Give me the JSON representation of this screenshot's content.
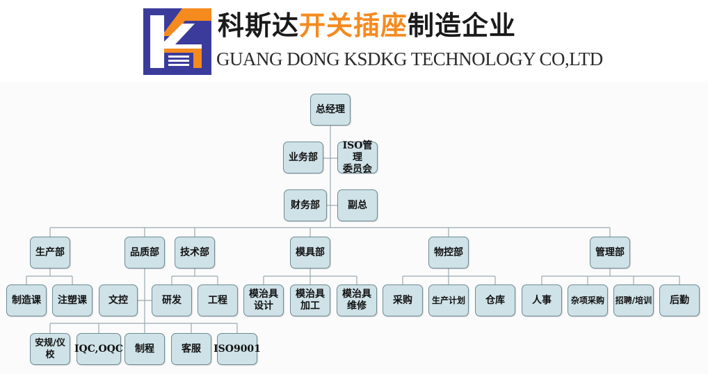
{
  "header": {
    "brand_cn_part1": "科斯达",
    "brand_cn_part2": "开关插座",
    "brand_cn_part3": "制造企业",
    "brand_en": "GUANG DONG KSDKG TECHNOLOGY CO,LTD",
    "logo_icon": "ksdkg-logo-icon",
    "colors": {
      "logo_blue": "#3b3b9c",
      "logo_orange": "#f58a1f",
      "highlight": "#f58a1f"
    }
  },
  "org": {
    "colors": {
      "box_fill": "#cfe2e8",
      "box_border": "#6d8a94",
      "connector": "#9aaab0"
    },
    "gm": "总经理",
    "sales": "业务部",
    "iso_committee": "ISO管理\n委员会",
    "finance": "财务部",
    "deputy": "副总",
    "departments": {
      "production": {
        "label": "生产部",
        "children": [
          "制造课",
          "注塑课"
        ]
      },
      "quality": {
        "label": "品质部",
        "children": [
          "文控",
          "安规/仪校",
          "IQC,OQC",
          "制程",
          "客服",
          "ISO9001"
        ]
      },
      "tech": {
        "label": "技术部",
        "children": [
          "研发",
          "工程"
        ]
      },
      "mold": {
        "label": "模具部",
        "children": [
          "模治具\n设计",
          "模治具\n加工",
          "模治具\n维修"
        ]
      },
      "material": {
        "label": "物控部",
        "children": [
          "采购",
          "生产计划",
          "仓库"
        ]
      },
      "admin": {
        "label": "管理部",
        "children": [
          "人事",
          "杂项采购",
          "招聘/培训",
          "后勤"
        ]
      }
    }
  }
}
